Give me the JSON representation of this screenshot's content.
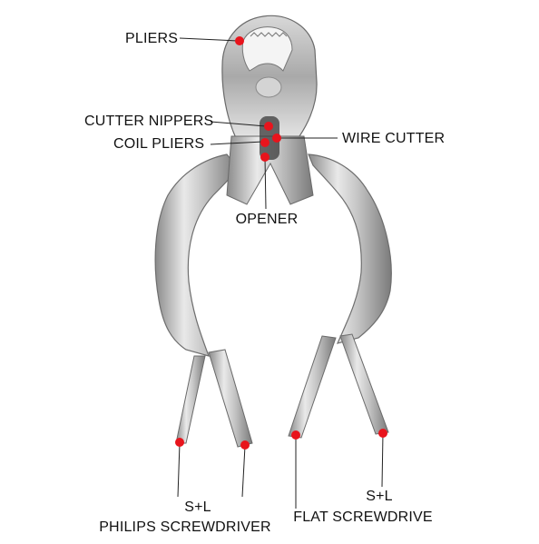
{
  "labels": {
    "pliers": "PLIERS",
    "cutter_nippers": "CUTTER NIPPERS",
    "coil_pliers": "COIL PLIERS",
    "wire_cutter": "WIRE CUTTER",
    "opener": "OPENER",
    "philips_line1": "S+L",
    "philips_line2": "PHILIPS SCREWDRIVER",
    "flat_line1": "S+L",
    "flat_line2": "FLAT SCREWDRIVE"
  },
  "colors": {
    "marker": "#e8141c",
    "leader": "#222222",
    "steel_light": "#e6e6e6",
    "steel_mid": "#b9b9b9",
    "steel_dark": "#7e7e7e"
  }
}
